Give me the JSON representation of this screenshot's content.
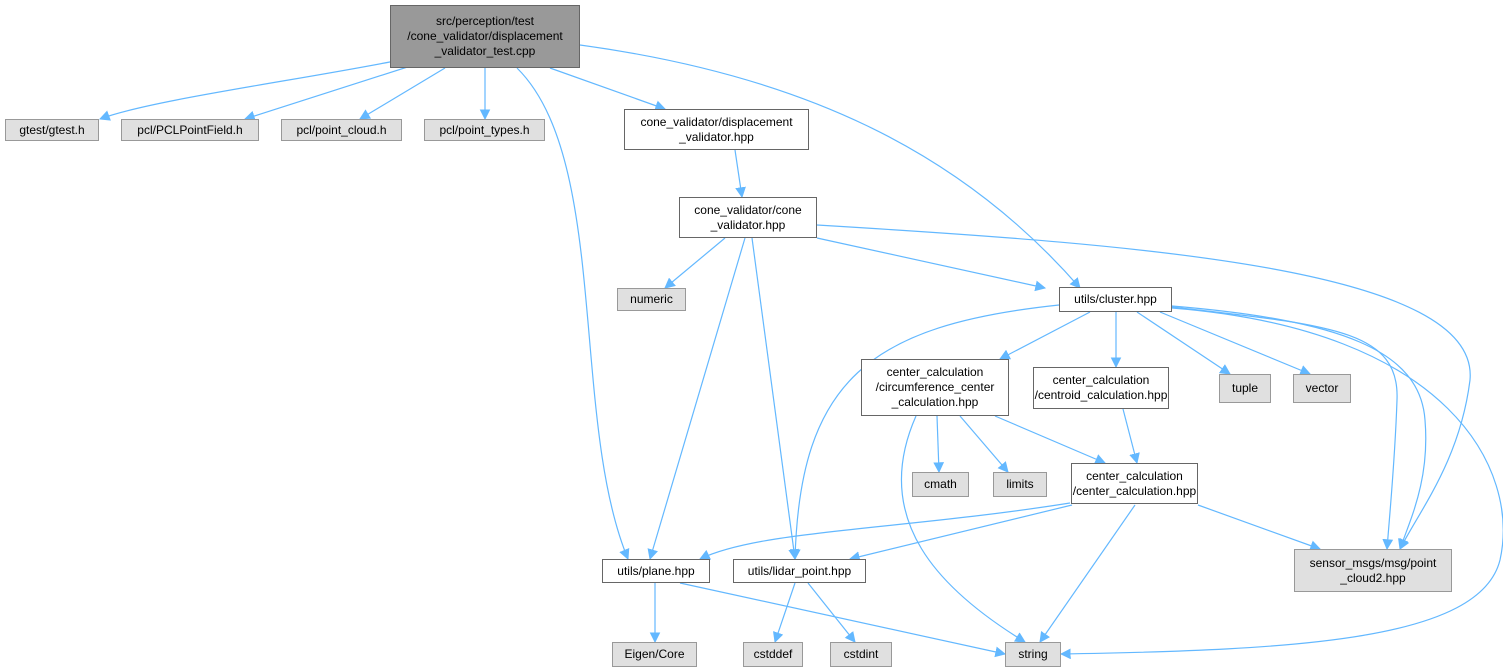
{
  "graph": {
    "root": "src/perception/test\n/cone_validator/displacement\n_validator_test.cpp",
    "nodes": {
      "gtest": "gtest/gtest.h",
      "pcl_pointfield": "pcl/PCLPointField.h",
      "pcl_point_cloud": "pcl/point_cloud.h",
      "pcl_point_types": "pcl/point_types.h",
      "displacement_validator": "cone_validator/displacement\n_validator.hpp",
      "cone_validator": "cone_validator/cone\n_validator.hpp",
      "numeric": "numeric",
      "cluster": "utils/cluster.hpp",
      "circumference": "center_calculation\n/circumference_center\n_calculation.hpp",
      "centroid": "center_calculation\n/centroid_calculation.hpp",
      "tuple": "tuple",
      "vector": "vector",
      "cmath": "cmath",
      "limits": "limits",
      "center_calculation": "center_calculation\n/center_calculation.hpp",
      "point_cloud2": "sensor_msgs/msg/point\n_cloud2.hpp",
      "plane": "utils/plane.hpp",
      "lidar_point": "utils/lidar_point.hpp",
      "eigen_core": "Eigen/Core",
      "cstddef": "cstddef",
      "cstdint": "cstdint",
      "string": "string"
    }
  },
  "colors": {
    "edge": "#63b8ff",
    "root_fill": "#999999",
    "system_fill": "#e0e0e0"
  }
}
